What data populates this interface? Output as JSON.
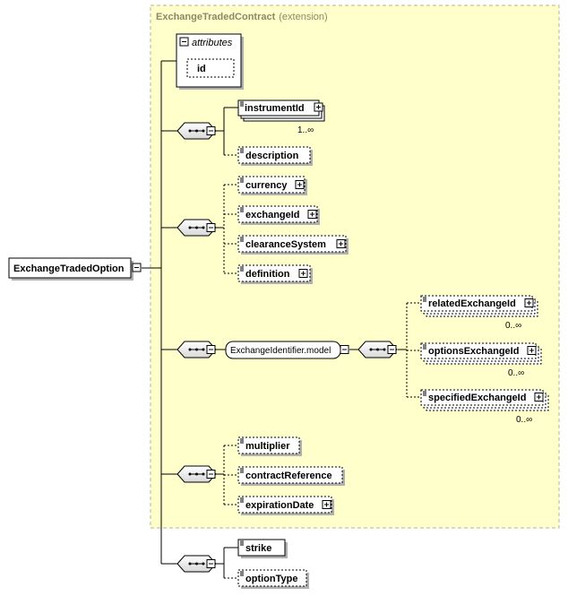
{
  "extension": {
    "title": "ExchangeTradedContract",
    "subtitle": "(extension)"
  },
  "root": {
    "label": "ExchangeTradedOption"
  },
  "attributes": {
    "title": "attributes",
    "items": [
      "id"
    ]
  },
  "sequence1": {
    "items": [
      {
        "label": "instrumentId",
        "cardinality": "1..∞"
      },
      {
        "label": "description"
      }
    ]
  },
  "sequence2": {
    "items": [
      {
        "label": "currency"
      },
      {
        "label": "exchangeId"
      },
      {
        "label": "clearanceSystem"
      },
      {
        "label": "definition"
      }
    ]
  },
  "group_ref": {
    "label": "ExchangeIdentifier.model"
  },
  "sequence3": {
    "items": [
      {
        "label": "relatedExchangeId",
        "cardinality": "0..∞"
      },
      {
        "label": "optionsExchangeId",
        "cardinality": "0..∞"
      },
      {
        "label": "specifiedExchangeId",
        "cardinality": "0..∞"
      }
    ]
  },
  "sequence4": {
    "items": [
      {
        "label": "multiplier"
      },
      {
        "label": "contractReference"
      },
      {
        "label": "expirationDate"
      }
    ]
  },
  "sequence5": {
    "items": [
      {
        "label": "strike"
      },
      {
        "label": "optionType"
      }
    ]
  },
  "colors": {
    "extension_fill": "#ffffcc",
    "extension_border": "#b5b58a",
    "element_fill": "#ffffff"
  }
}
